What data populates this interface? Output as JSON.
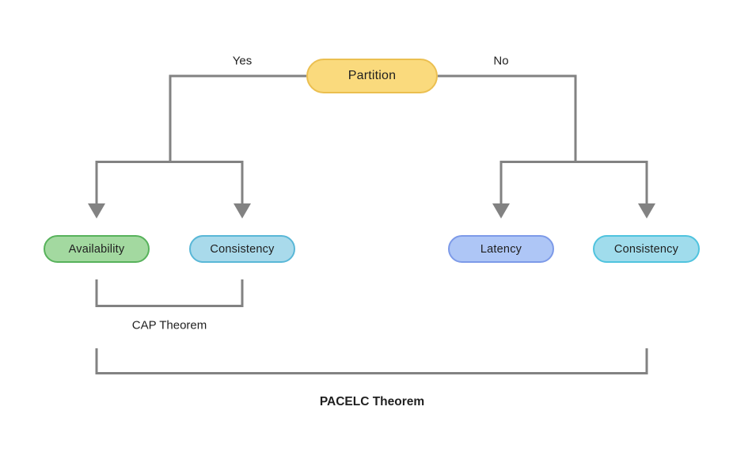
{
  "diagram": {
    "type": "decision-tree",
    "title": "PACELC Theorem",
    "root": {
      "label": "Partition",
      "fill": "#FADA7D",
      "border": "#EBBF50"
    },
    "branches": {
      "yes_label": "Yes",
      "no_label": "No"
    },
    "nodes": [
      {
        "id": "availability",
        "label": "Availability",
        "fill": "#A3D9A0",
        "border": "#57B25B"
      },
      {
        "id": "consistency-cap",
        "label": "Consistency",
        "fill": "#A9DAEB",
        "border": "#59B7D7"
      },
      {
        "id": "latency",
        "label": "Latency",
        "fill": "#AEC6F6",
        "border": "#7D9AE8"
      },
      {
        "id": "consistency-pacelc",
        "label": "Consistency",
        "fill": "#A0DCEC",
        "border": "#4FC3DE"
      }
    ],
    "brackets": {
      "cap": {
        "label": "CAP Theorem"
      },
      "pacelc": {
        "label": "PACELC Theorem"
      }
    },
    "colors": {
      "line": "#828282",
      "text": "#1F1F1F",
      "background": "#FFFFFF"
    }
  }
}
